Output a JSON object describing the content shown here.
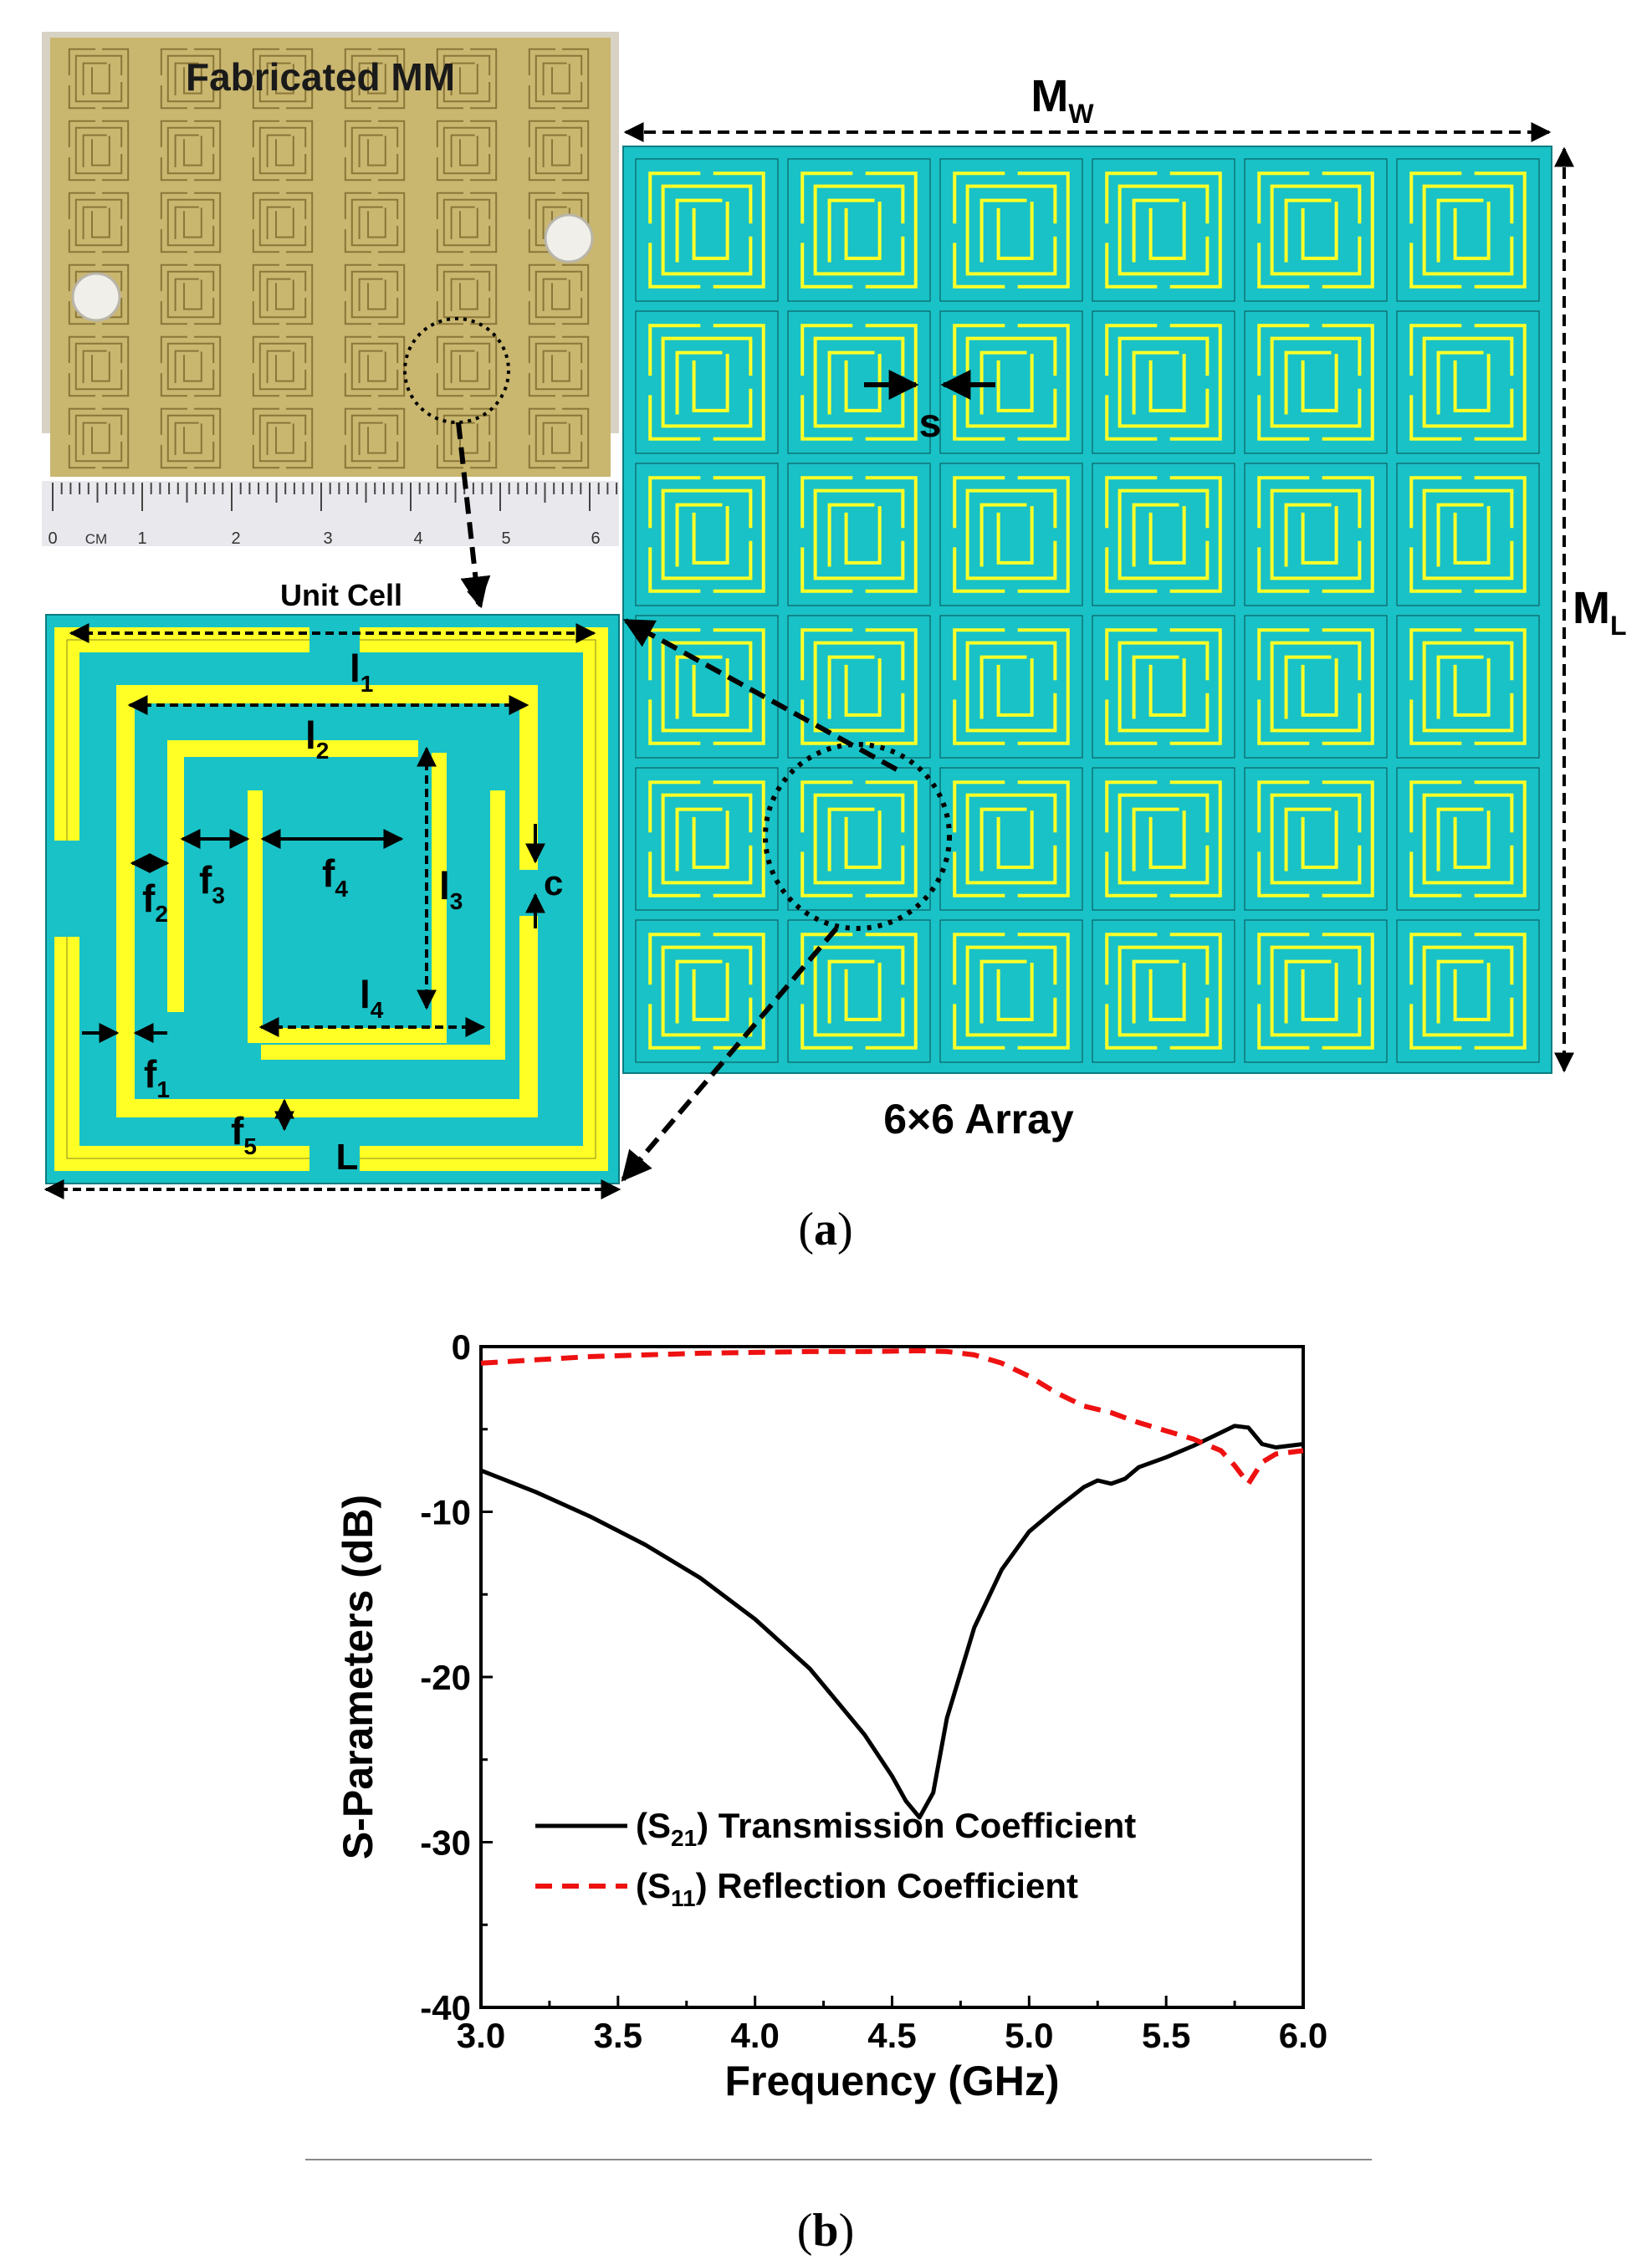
{
  "figure": {
    "panel_a": {
      "photo_label": "Fabricated MM",
      "ruler_ticks": [
        "0",
        "CM",
        "1",
        "2",
        "3",
        "4",
        "5",
        "6"
      ],
      "unit_cell_title": "Unit Cell",
      "array_label": "6×6 Array",
      "dim_MW": {
        "main": "M",
        "sub": "W"
      },
      "dim_ML": {
        "main": "M",
        "sub": "L"
      },
      "dim_s": "s",
      "dim_c": "c",
      "dim_L": "L",
      "dim_l1": {
        "main": "l",
        "sub": "1"
      },
      "dim_l2": {
        "main": "l",
        "sub": "2"
      },
      "dim_l3": {
        "main": "l",
        "sub": "3"
      },
      "dim_l4": {
        "main": "l",
        "sub": "4"
      },
      "dim_f1": {
        "main": "f",
        "sub": "1"
      },
      "dim_f2": {
        "main": "f",
        "sub": "2"
      },
      "dim_f3": {
        "main": "f",
        "sub": "3"
      },
      "dim_f4": {
        "main": "f",
        "sub": "4"
      },
      "dim_f5": {
        "main": "f",
        "sub": "5"
      },
      "rows": 6,
      "cols": 6,
      "caption": {
        "open": "(",
        "letter": "a",
        "close": ")"
      }
    },
    "panel_b": {
      "caption": {
        "open": "(",
        "letter": "b",
        "close": ")"
      }
    },
    "colors": {
      "substrate": "#19c2c6",
      "copper": "#ffff26",
      "s21": "#000000",
      "s11": "#ee1111",
      "photo_board": "#c9b66f"
    }
  },
  "chart_data": {
    "type": "line",
    "xlabel": "Frequency (GHz)",
    "ylabel": "S-Parameters (dB)",
    "xlim": [
      3.0,
      6.0
    ],
    "ylim": [
      -40,
      0
    ],
    "xticks": [
      "3.0",
      "3.5",
      "4.0",
      "4.5",
      "5.0",
      "5.5",
      "6.0"
    ],
    "yticks": [
      "0",
      "-10",
      "-20",
      "-30",
      "-40"
    ],
    "grid": false,
    "legend_position": "bottom-left",
    "series": [
      {
        "name": "(S21) Transmission Coefficient",
        "legend": {
          "open": "(S",
          "sub": "21",
          "close": ") Transmission Coefficient"
        },
        "color": "#000000",
        "dash": "solid",
        "x": [
          3.0,
          3.2,
          3.4,
          3.6,
          3.8,
          4.0,
          4.2,
          4.3,
          4.4,
          4.5,
          4.55,
          4.6,
          4.65,
          4.7,
          4.8,
          4.9,
          5.0,
          5.1,
          5.2,
          5.25,
          5.3,
          5.35,
          5.4,
          5.5,
          5.6,
          5.7,
          5.75,
          5.8,
          5.85,
          5.9,
          6.0
        ],
        "y": [
          -7.5,
          -8.8,
          -10.3,
          -12.0,
          -14.0,
          -16.5,
          -19.5,
          -21.5,
          -23.5,
          -26.0,
          -27.5,
          -28.5,
          -27.0,
          -22.5,
          -17.0,
          -13.5,
          -11.2,
          -9.8,
          -8.5,
          -8.1,
          -8.3,
          -8.0,
          -7.3,
          -6.7,
          -6.0,
          -5.2,
          -4.8,
          -4.9,
          -5.9,
          -6.1,
          -5.9
        ]
      },
      {
        "name": "(S11) Reflection Coefficient",
        "legend": {
          "open": "(S",
          "sub": "11",
          "close": ") Reflection Coefficient"
        },
        "color": "#ee1111",
        "dash": "dashed",
        "x": [
          3.0,
          3.2,
          3.4,
          3.6,
          3.8,
          4.0,
          4.2,
          4.4,
          4.6,
          4.7,
          4.8,
          4.9,
          5.0,
          5.1,
          5.2,
          5.3,
          5.4,
          5.5,
          5.6,
          5.7,
          5.75,
          5.8,
          5.85,
          5.9,
          6.0
        ],
        "y": [
          -1.0,
          -0.8,
          -0.6,
          -0.5,
          -0.4,
          -0.35,
          -0.3,
          -0.3,
          -0.25,
          -0.3,
          -0.5,
          -1.0,
          -1.8,
          -2.8,
          -3.6,
          -4.0,
          -4.6,
          -5.1,
          -5.6,
          -6.3,
          -7.2,
          -8.3,
          -7.0,
          -6.5,
          -6.3
        ]
      }
    ]
  }
}
